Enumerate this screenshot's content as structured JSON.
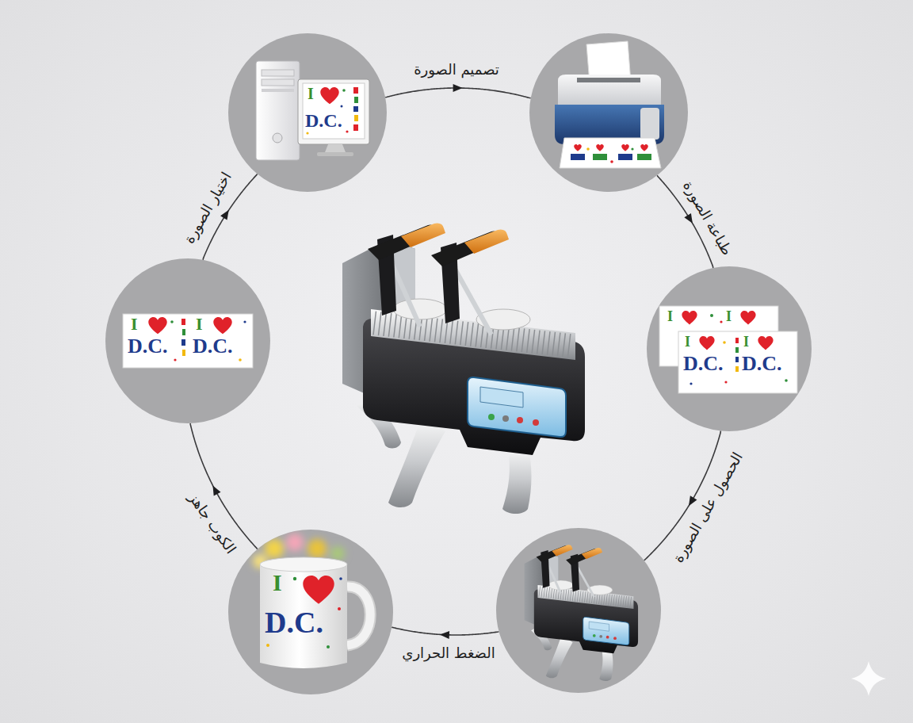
{
  "diagram": {
    "nodes": [
      {
        "text": [
          "I",
          "D.C."
        ]
      },
      {
        "text": []
      },
      {
        "text": [
          "I",
          "I",
          "I",
          "D.C.",
          "I",
          "D.C."
        ]
      },
      {
        "text": []
      },
      {
        "text": [
          "I",
          "D.C."
        ]
      },
      {
        "text": [
          "I",
          "D.C.",
          "I",
          "D.C."
        ]
      }
    ],
    "edges": [
      {
        "from": 0,
        "to": 1,
        "arrow": "to",
        "label": "تصميم الصورة"
      },
      {
        "from": 1,
        "to": 2,
        "arrow": "to",
        "label": "طباعة الصورة"
      },
      {
        "from": 2,
        "to": 3,
        "arrow": "to",
        "label": "الحصول على الصورة"
      },
      {
        "from": 3,
        "to": 4,
        "arrow": "to",
        "label": "الضغط الحراري"
      },
      {
        "from": 4,
        "to": 5,
        "arrow": "to",
        "label": "الكوب جاهز"
      },
      {
        "from": 5,
        "to": 0,
        "arrow": "to",
        "label": "اختيار الصورة"
      }
    ]
  }
}
